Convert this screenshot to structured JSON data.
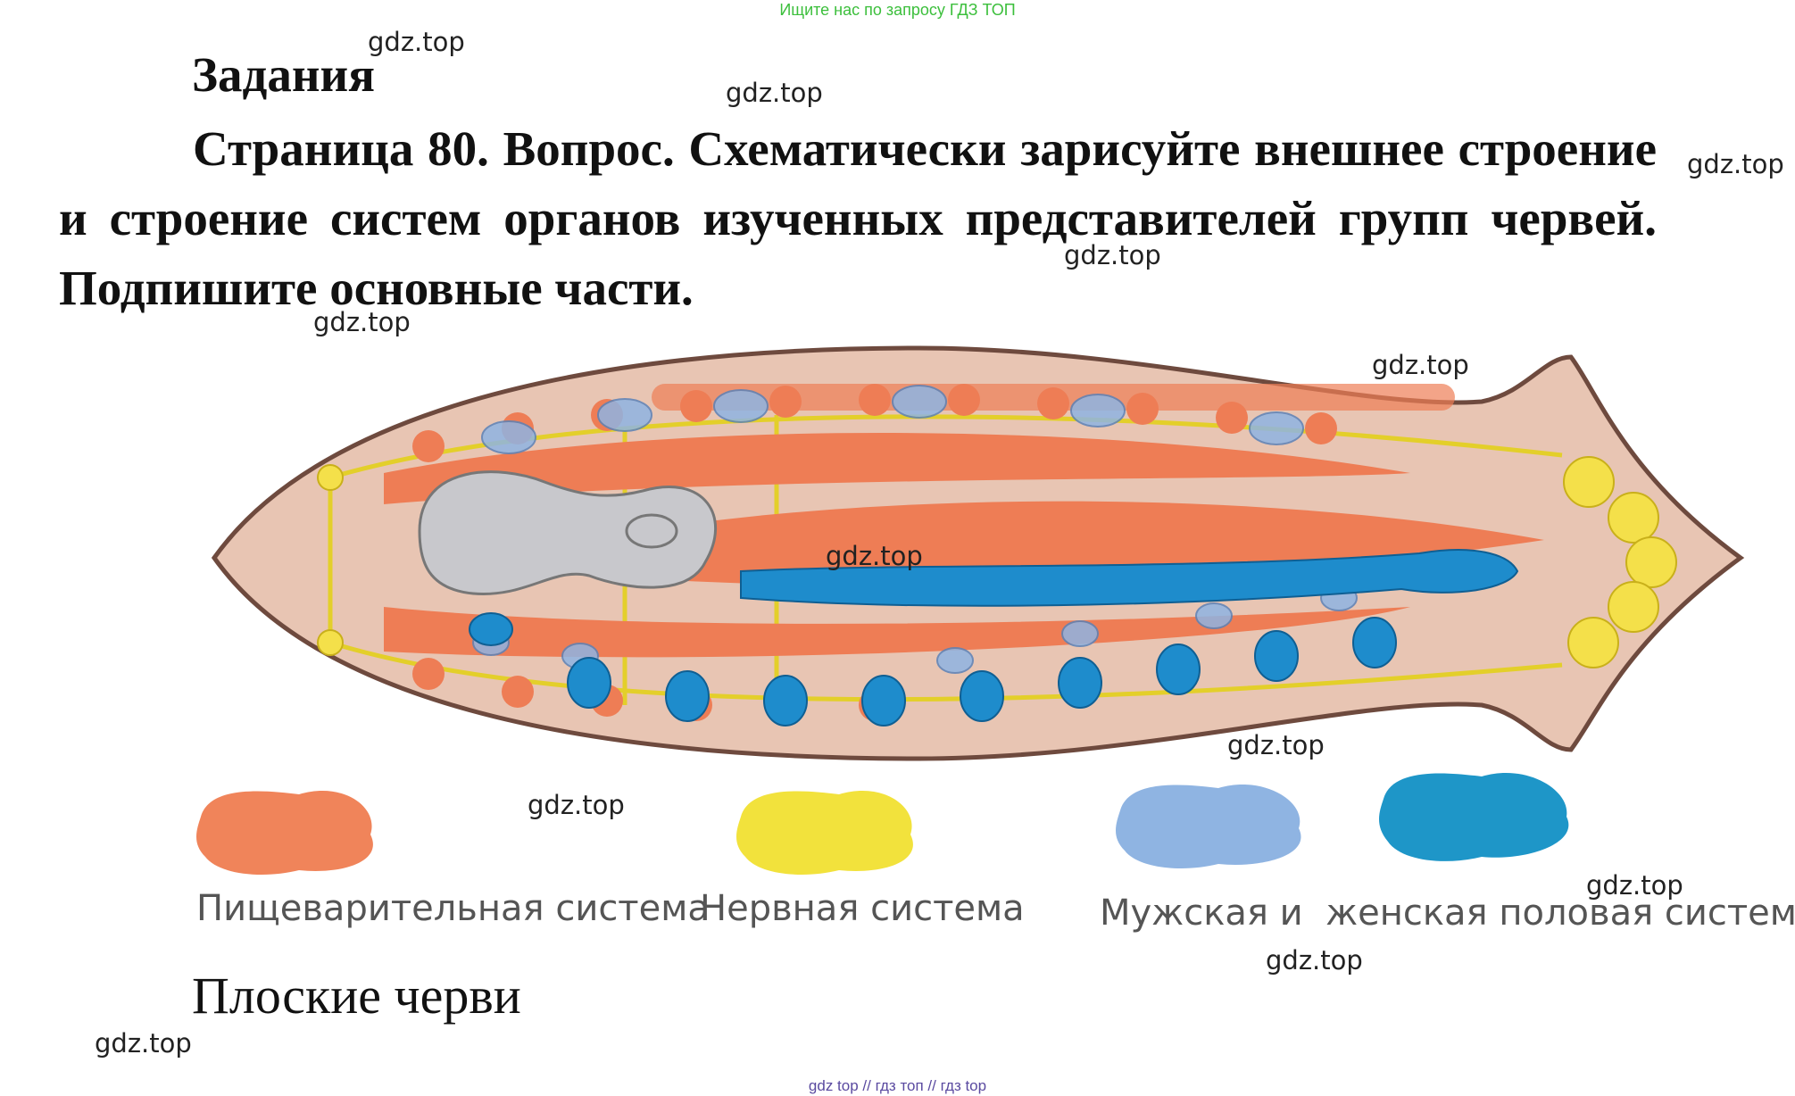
{
  "banner": "Ищите нас по запросу ГДЗ ТОП",
  "heading": "Задания",
  "question": "Страница 80. Вопрос. Схематически зарисуйте внешнее строение и строение систем органов изученных представителей групп червей. Подпишите основные части.",
  "legend": [
    {
      "label": "Пищеварительная система",
      "color": "#f0845a"
    },
    {
      "label": "Нервная система",
      "color": "#f2e23c"
    },
    {
      "label": "Мужская и  женская половая система",
      "color_male": "#8fb4e2",
      "color_female": "#1e96c8"
    }
  ],
  "caption": "Плоские черви",
  "watermark": "gdz.top",
  "footer": "gdz top  //  гдз топ  //  гдз top"
}
